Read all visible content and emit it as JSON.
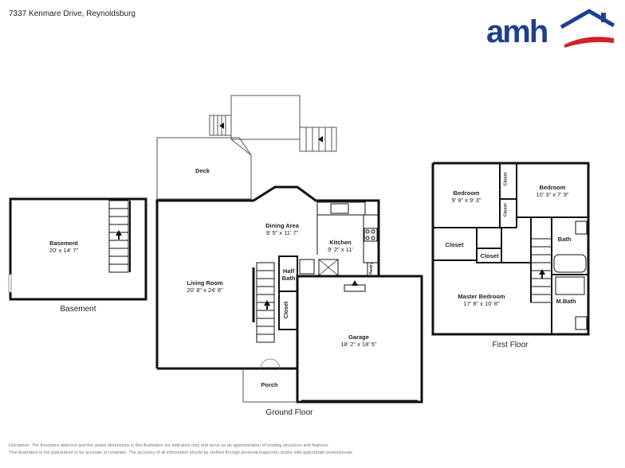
{
  "address": "7337 Kenmare Drive, Reynoldsburg",
  "logo": {
    "text": "amh",
    "colors": {
      "blue": "#1f3f8f",
      "red": "#d32027"
    }
  },
  "rooms": {
    "basement": {
      "name": "Basement",
      "dims": "20' x 14' 7\""
    },
    "deck": {
      "name": "Deck",
      "dims": ""
    },
    "dining": {
      "name": "Dining Area",
      "dims": "9' 5\" x 11' 7\""
    },
    "kitchen": {
      "name": "Kitchen",
      "dims": "9' 2\" x 11'"
    },
    "living": {
      "name": "Living Room",
      "dims": "20' 8\" x 24' 8\""
    },
    "half_bath": {
      "line1": "Half",
      "line2": "Bath"
    },
    "closet_ground": "Closet",
    "pantry": "Pantry",
    "garage": {
      "name": "Garage",
      "dims": "18' 2\" x 18' 5\""
    },
    "porch": "Porch",
    "bedroom1": {
      "name": "Bedroom",
      "dims": "9' 9\" x 9' 3\""
    },
    "bedroom2": {
      "name": "Bedroom",
      "dims": "10' 3\" x 7' 9\""
    },
    "closet_a": "Closet",
    "closet_b": "Closet",
    "closet_c": "Closet",
    "closet_d": "Closet",
    "bath": "Bath",
    "master": {
      "name": "Master Bedroom",
      "dims": "17' 8\" x 10' 8\""
    },
    "mbath": "M.Bath"
  },
  "floors": {
    "basement": "Basement",
    "ground": "Ground Floor",
    "first": "First Floor"
  },
  "disclaimer": {
    "line1": "Disclaimer: The floorplans depicted and the stated dimensions in this illustration are indicative only and serve as an approximation of existing structures and features.",
    "line2": "This illustration is not guaranteed to be accurate or complete. The accuracy of all information should be verified through personal inspection and/or with appropriate professionals."
  }
}
